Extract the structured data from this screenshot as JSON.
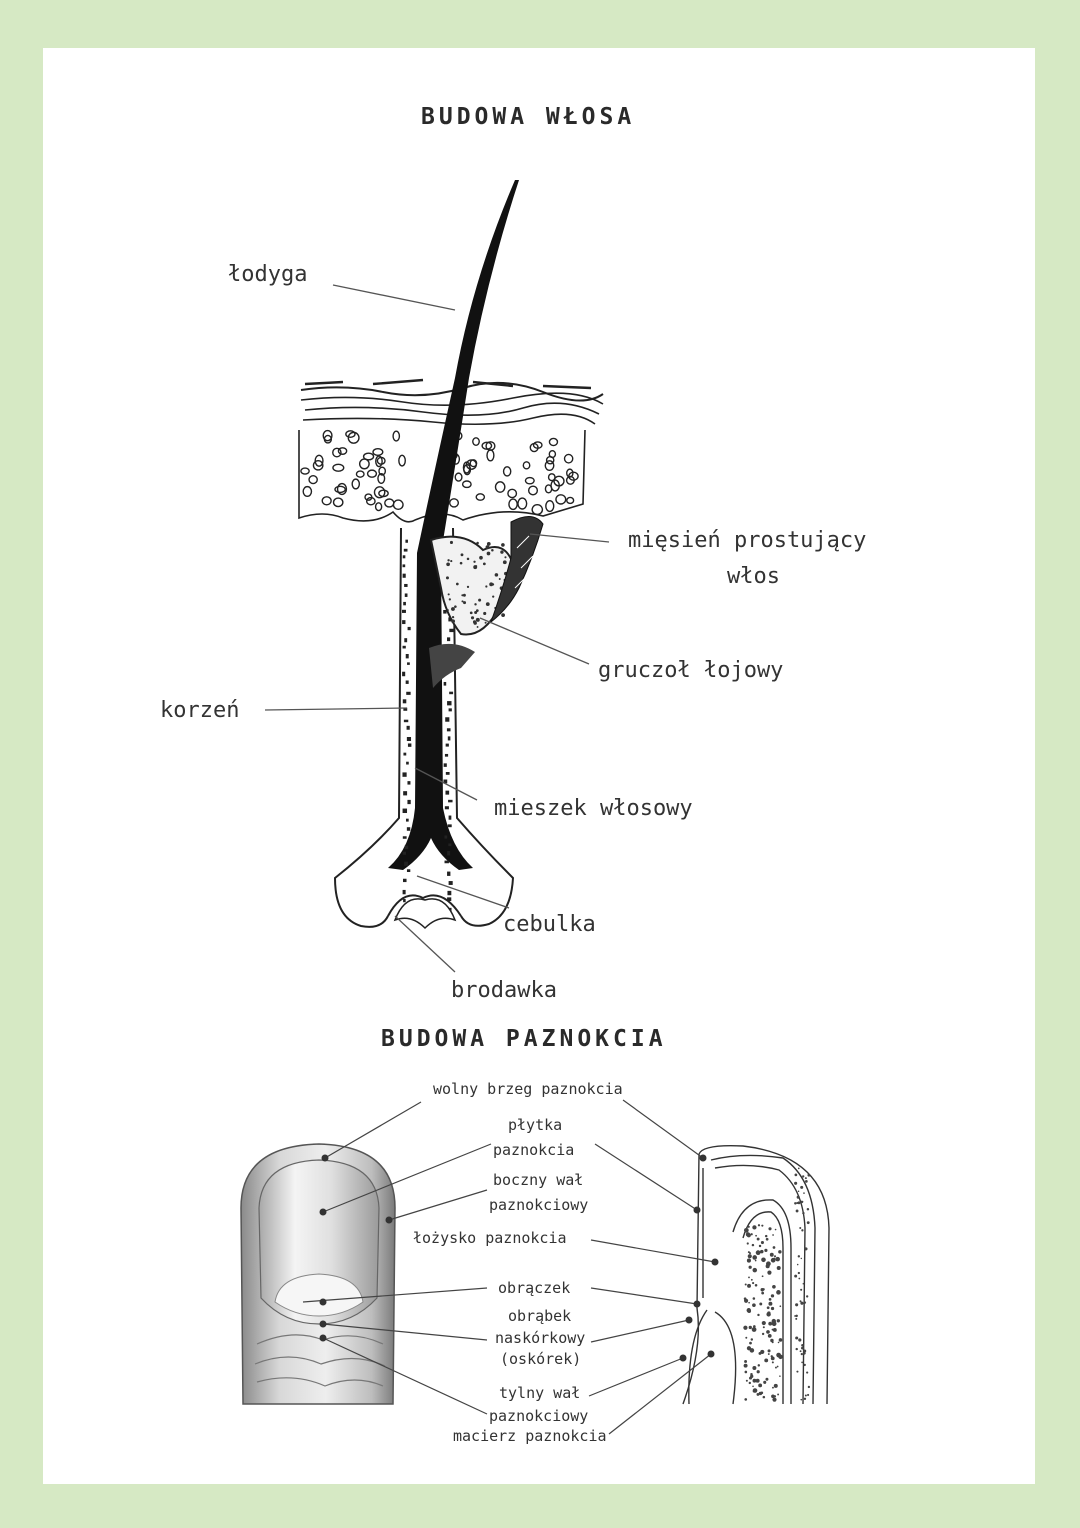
{
  "hair": {
    "title": "BUDOWA WŁOSA",
    "labels": {
      "lodyga": "łodyga",
      "miesien_line1": "mięsień prostujący",
      "miesien_line2": "włos",
      "gruczol": "gruczoł łojowy",
      "korzen": "korzeń",
      "mieszek": "mieszek włosowy",
      "cebulka": "cebulka",
      "brodawka": "brodawka"
    }
  },
  "nail": {
    "title": "BUDOWA PAZNOKCIA",
    "labels": {
      "wolny_brzeg": "wolny brzeg paznokcia",
      "plytka_line1": "płytka",
      "plytka_line2": "paznokcia",
      "boczny_line1": "boczny wał",
      "boczny_line2": "paznokciowy",
      "lozysko": "łożysko paznokcia",
      "obraczek": "obrączek",
      "obrabek_line1": "obrąbek",
      "obrabek_line2": "naskórkowy",
      "obrabek_line3": "(oskórek)",
      "tylny_line1": "tylny wał",
      "tylny_line2": "paznokciowy",
      "macierz": "macierz paznokcia"
    }
  },
  "colors": {
    "border": "#d6e9c4",
    "ink": "#2a2a2a"
  }
}
